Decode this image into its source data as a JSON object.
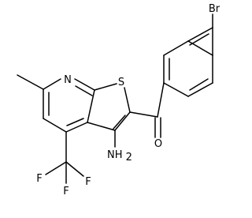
{
  "atoms": {
    "br": "Br",
    "n": "N",
    "s": "S",
    "o": "O",
    "amine_main": "NH",
    "amine_sub": "2",
    "f_top_left": "F",
    "f_bottom_left": "F",
    "f_bottom_right": "F"
  }
}
